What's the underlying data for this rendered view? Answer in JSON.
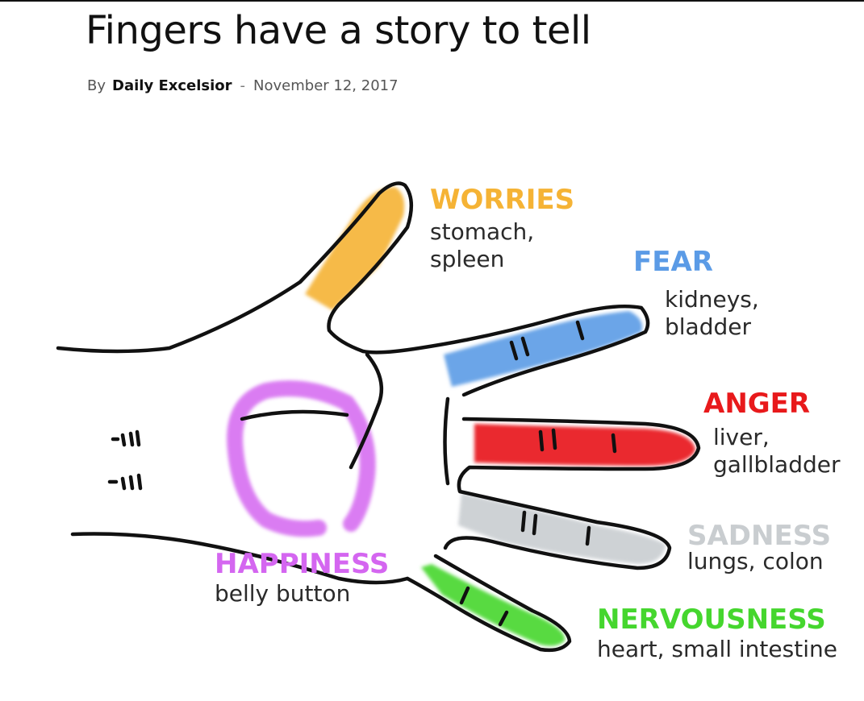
{
  "article": {
    "title": "Fingers have a story to tell",
    "by_label": "By",
    "author": "Daily Excelsior",
    "separator": "-",
    "date": "November 12, 2017"
  },
  "illustration": {
    "colors": {
      "worries": "#F5B335",
      "fear": "#5B9BE6",
      "anger": "#E8191B",
      "sadness": "#C9CDD0",
      "nervousness": "#45D62E",
      "happiness": "#D466F0",
      "outline": "#111111",
      "organ_text": "#2a2a2a"
    },
    "labels": {
      "worries": {
        "emotion": "WORRIES",
        "organ_line1": "stomach,",
        "organ_line2": "spleen"
      },
      "fear": {
        "emotion": "FEAR",
        "organ_line1": "kidneys,",
        "organ_line2": "bladder"
      },
      "anger": {
        "emotion": "ANGER",
        "organ_line1": "liver,",
        "organ_line2": "gallbladder"
      },
      "sadness": {
        "emotion": "SADNESS",
        "organ_line1": "lungs, colon"
      },
      "nervousness": {
        "emotion": "NERVOUSNESS",
        "organ_line1": "heart, small intestine"
      },
      "happiness": {
        "emotion": "HAPPINESS",
        "organ_line1": "belly button"
      }
    }
  }
}
